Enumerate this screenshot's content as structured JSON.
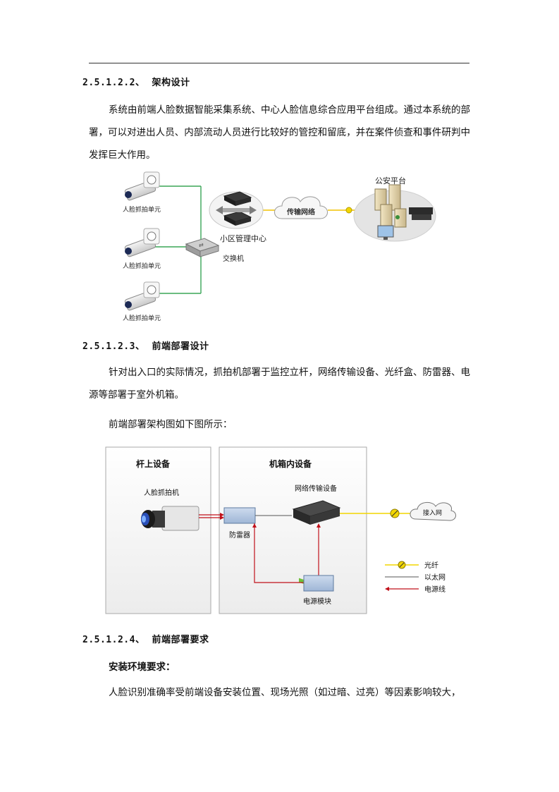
{
  "sections": [
    {
      "number": "2.5.1.2.2、",
      "title": "架构设计"
    },
    {
      "number": "2.5.1.2.3、",
      "title": "前端部署设计"
    },
    {
      "number": "2.5.1.2.4、",
      "title": "前端部署要求"
    }
  ],
  "paragraphs": {
    "architecture": "系统由前端人脸数据智能采集系统、中心人脸信息综合应用平台组成。通过本系统的部署，可以对进出人员、内部流动人员进行比较好的管控和留底，并在案件侦查和事件研判中发挥巨大作用。",
    "deployment": "针对出入口的实际情况，抓拍机部署于监控立杆，网络传输设备、光纤盒、防雷器、电源等部署于室外机箱。",
    "deployment_intro": "前端部署架构图如下图所示：",
    "install_title": "安装环境要求：",
    "install_text": "人脸识别准确率受前端设备安装位置、现场光照（如过暗、过亮）等因素影响较大，"
  },
  "diagram1": {
    "units": [
      "人脸抓拍单元",
      "人脸抓拍单元",
      "人脸抓拍单元"
    ],
    "switch_label": "交换机",
    "center_label": "小区管理中心",
    "network_label": "传输网络",
    "platform_label": "公安平台",
    "colors": {
      "link": "#3aa657",
      "platform_bg": "#e4e4e4"
    }
  },
  "diagram2": {
    "pole_title": "杆上设备",
    "cabinet_title": "机箱内设备",
    "camera_label": "人脸抓拍机",
    "arrester_label": "防雷器",
    "transmitter_label": "网络传输设备",
    "power_label": "电源模块",
    "access_label": "接入网",
    "legend": [
      "光纤",
      "以太网",
      "电源线"
    ],
    "colors": {
      "fiber": "#f2d600",
      "ethernet": "#555555",
      "power": "#c0101a",
      "box": "#b7cbe4"
    }
  }
}
